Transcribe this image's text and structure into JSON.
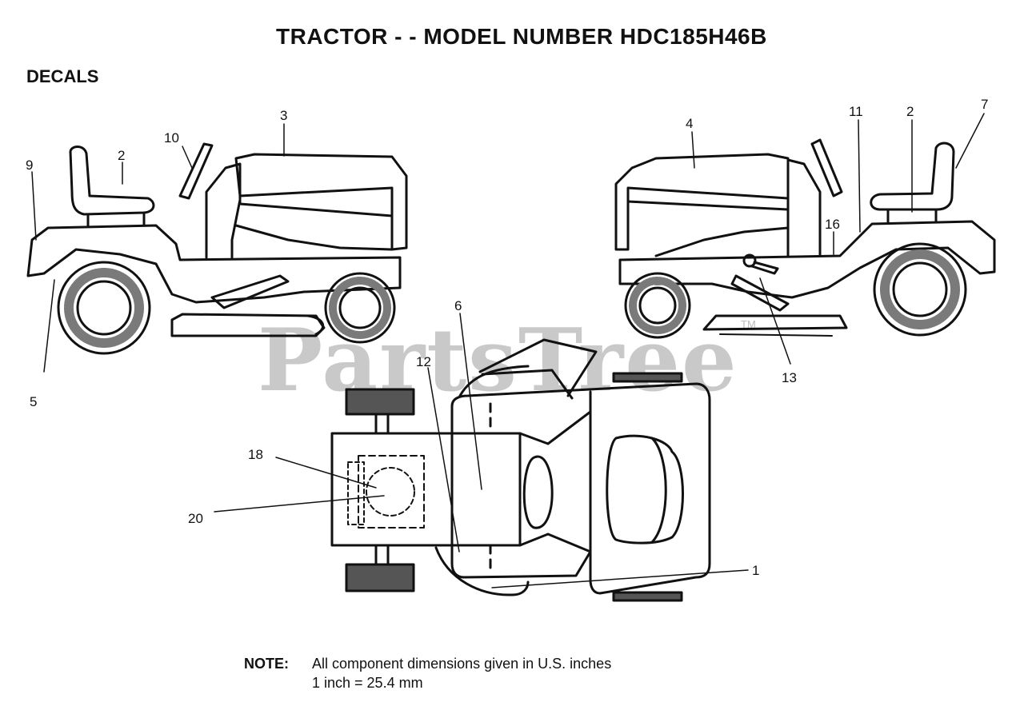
{
  "title": "TRACTOR - - MODEL NUMBER HDC185H46B",
  "section": "DECALS",
  "watermark": {
    "text": "PartsTree",
    "tm": "TM"
  },
  "note": {
    "label": "NOTE:",
    "line1": "All component dimensions given in U.S. inches",
    "line2": "1 inch = 25.4 mm"
  },
  "callouts": {
    "left_view": [
      "9",
      "2",
      "10",
      "3",
      "5"
    ],
    "right_view": [
      "4",
      "11",
      "2",
      "7",
      "16",
      "13"
    ],
    "top_view": [
      "6",
      "12",
      "18",
      "20",
      "1"
    ]
  }
}
